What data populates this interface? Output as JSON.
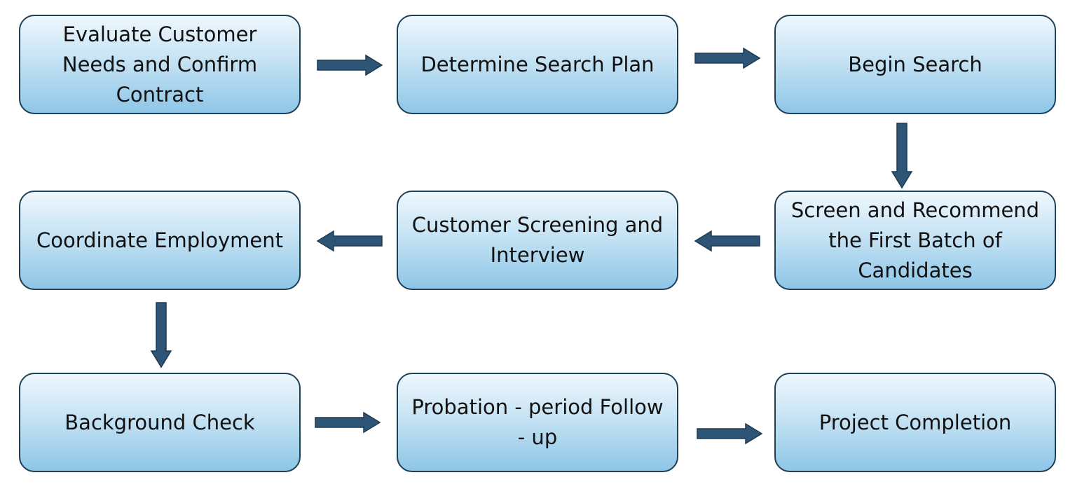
{
  "steps": [
    "Evaluate Customer Needs and Confirm Contract",
    "Determine Search Plan",
    "Begin Search",
    "Screen and Recommend the First Batch of Candidates",
    "Customer Screening and Interview",
    "Coordinate Employment",
    "Background Check",
    "Probation - period Follow - up",
    "Project Completion"
  ],
  "colors": {
    "box_fill_top": "#eef7fd",
    "box_fill_bottom": "#8ec6e7",
    "box_border": "#1f3f55",
    "arrow": "#2e5575"
  }
}
